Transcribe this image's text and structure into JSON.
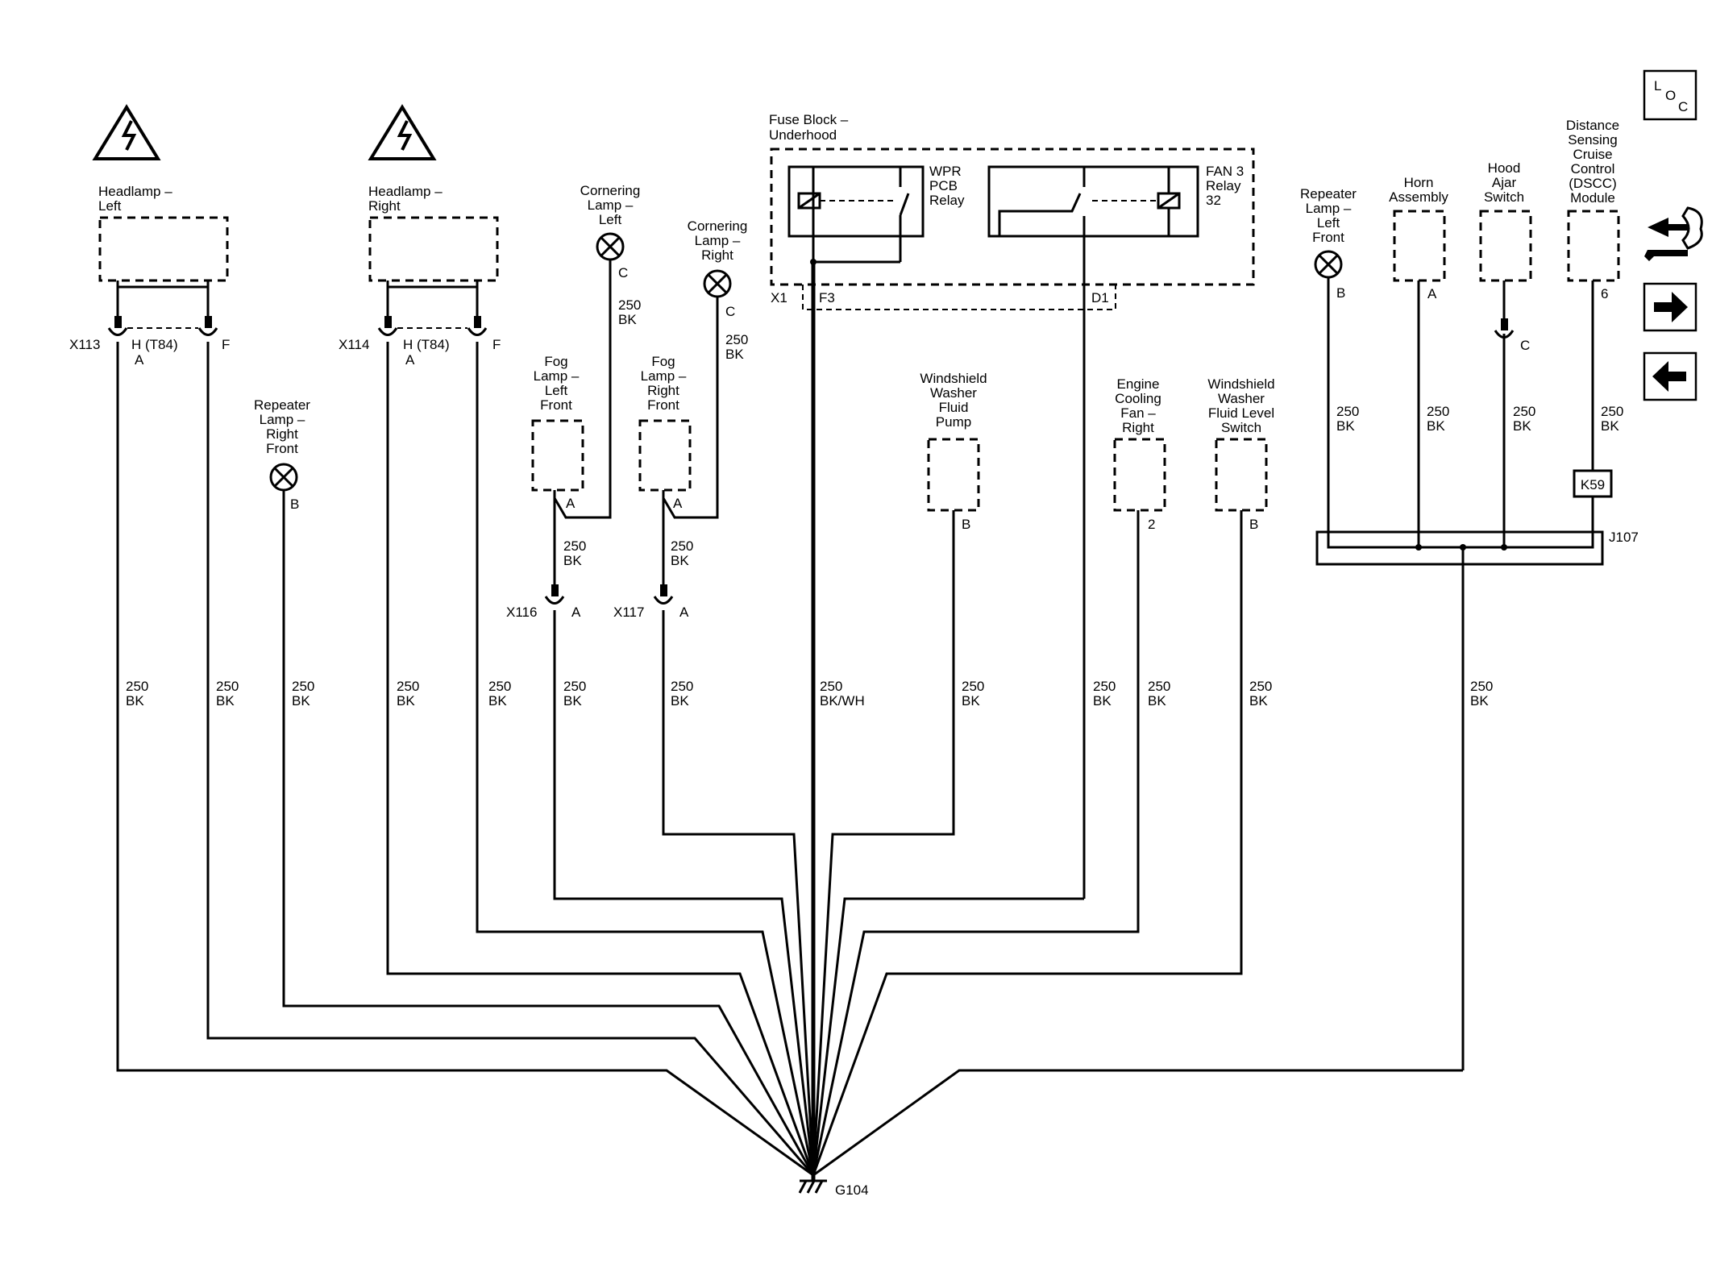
{
  "components": {
    "headlamp_left": [
      "Headlamp –",
      "Left"
    ],
    "headlamp_right": [
      "Headlamp –",
      "Right"
    ],
    "cornering_left": [
      "Cornering",
      "Lamp –",
      "Left"
    ],
    "cornering_right": [
      "Cornering",
      "Lamp –",
      "Right"
    ],
    "fog_left": [
      "Fog",
      "Lamp –",
      "Left",
      "Front"
    ],
    "fog_right": [
      "Fog",
      "Lamp –",
      "Right",
      "Front"
    ],
    "repeater_right": [
      "Repeater",
      "Lamp –",
      "Right",
      "Front"
    ],
    "repeater_left": [
      "Repeater",
      "Lamp –",
      "Left",
      "Front"
    ],
    "fuse_block": [
      "Fuse Block –",
      "Underhood"
    ],
    "wpr_relay": [
      "WPR",
      "PCB",
      "Relay"
    ],
    "fan3_relay": [
      "FAN 3",
      "Relay",
      "32"
    ],
    "washer_pump": [
      "Windshield",
      "Washer",
      "Fluid",
      "Pump"
    ],
    "cooling_fan": [
      "Engine",
      "Cooling",
      "Fan –",
      "Right"
    ],
    "washer_switch": [
      "Windshield",
      "Washer",
      "Fluid Level",
      "Switch"
    ],
    "horn": [
      "Horn",
      "Assembly"
    ],
    "hood_switch": [
      "Hood",
      "Ajar",
      "Switch"
    ],
    "dscc": [
      "Distance",
      "Sensing",
      "Cruise",
      "Control",
      "(DSCC)",
      "Module"
    ]
  },
  "connectors": {
    "x113": "X113",
    "x114": "X114",
    "x116": "X116",
    "x117": "X117",
    "x1": "X1",
    "j107": "J107",
    "g104": "G104",
    "k59": "K59"
  },
  "pins": {
    "h_t84": "H (T84)",
    "a": "A",
    "b": "B",
    "c": "C",
    "f": "F",
    "two": "2",
    "six": "6",
    "f3": "F3",
    "d1": "D1"
  },
  "wire": {
    "gauge": "250",
    "bk": "BK",
    "bkwh": "BK/WH"
  },
  "nav": {
    "loc_l": "L",
    "loc_o": "O",
    "loc_c": "C"
  },
  "colors": {
    "line": "#000000",
    "background": "#ffffff"
  }
}
